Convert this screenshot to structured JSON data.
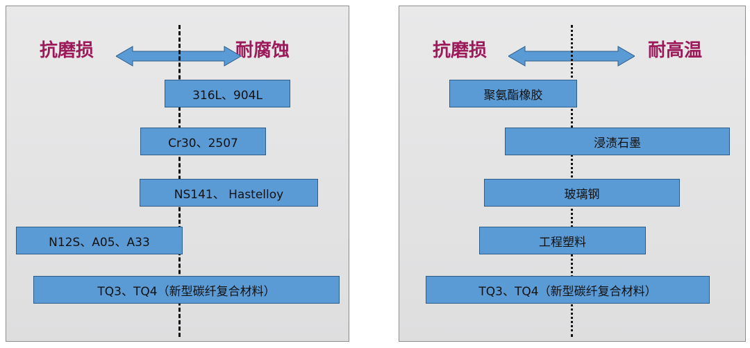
{
  "left_panel": {
    "left_label": "抗磨损",
    "right_label": "耐腐蚀",
    "bars": [
      "316L、904L",
      "Cr30、2507",
      "NS141、 Hastelloy",
      "N12S、A05、A33",
      "TQ3、TQ4（新型碳纤复合材料）"
    ]
  },
  "right_panel": {
    "left_label": "抗磨损",
    "right_label": "耐高温",
    "bars": [
      "聚氨酯橡胶",
      "浸渍石墨",
      "玻璃钢",
      "工程塑料",
      "TQ3、TQ4（新型碳纤复合材料）"
    ]
  },
  "colors": {
    "bar_fill": "#5b9bd5",
    "arrow_fill": "#5b9bd5",
    "heading": "#9c1a5a",
    "axis": "#111111"
  },
  "icons": [
    "double-arrow-icon"
  ]
}
